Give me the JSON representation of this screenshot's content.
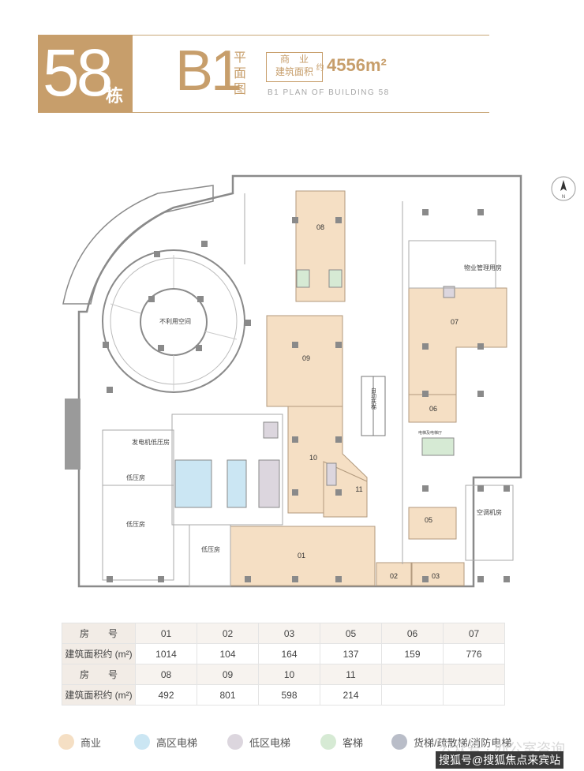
{
  "header": {
    "building_number": "58",
    "building_suffix": "栋",
    "floor_code": "B1",
    "floor_title": "平面图",
    "area_label_line1": "商　业",
    "area_label_line2": "建筑面积",
    "area_approx": "约",
    "area_value": "4556m²",
    "subtitle": "B1 PLAN OF BUILDING 58"
  },
  "compass": {
    "label": "N"
  },
  "plan": {
    "rooms": [
      "08",
      "09",
      "10",
      "11",
      "01",
      "02",
      "03",
      "05",
      "06",
      "07"
    ],
    "labels": {
      "unused_space": "不利用空间",
      "generator_room": "发电机低压房",
      "low_voltage_1": "低压房",
      "low_voltage_2": "低压房",
      "low_voltage_3": "低压房",
      "property_mgmt": "物业管理用房",
      "ac_room": "空调机房",
      "escalator": "自动扶梯",
      "elevator_hall": "电梯及电梯厅"
    }
  },
  "table": {
    "rows": [
      {
        "header": "房　　号",
        "cells": [
          "01",
          "02",
          "03",
          "05",
          "06",
          "07"
        ]
      },
      {
        "header": "建筑面积约 (m²)",
        "cells": [
          "1014",
          "104",
          "164",
          "137",
          "159",
          "776"
        ]
      },
      {
        "header": "房　　号",
        "cells": [
          "08",
          "09",
          "10",
          "11",
          "",
          ""
        ]
      },
      {
        "header": "建筑面积约 (m²)",
        "cells": [
          "492",
          "801",
          "598",
          "214",
          "",
          ""
        ]
      }
    ]
  },
  "legend": [
    {
      "label": "商业",
      "color": "#f5dfc4"
    },
    {
      "label": "高区电梯",
      "color": "#cbe6f3"
    },
    {
      "label": "低区电梯",
      "color": "#dcd6de"
    },
    {
      "label": "客梯",
      "color": "#d6ead4"
    },
    {
      "label": "货梯/疏散梯/消防电梯",
      "color": "#b9bdc8"
    }
  ],
  "watermark": {
    "text1": "公众号 · 办公室咨询",
    "text2": "搜狐号@搜狐焦点来宾站"
  },
  "colors": {
    "accent": "#c79e6b",
    "commercial_fill": "#f5dfc4",
    "wall": "#8a8a8a"
  }
}
